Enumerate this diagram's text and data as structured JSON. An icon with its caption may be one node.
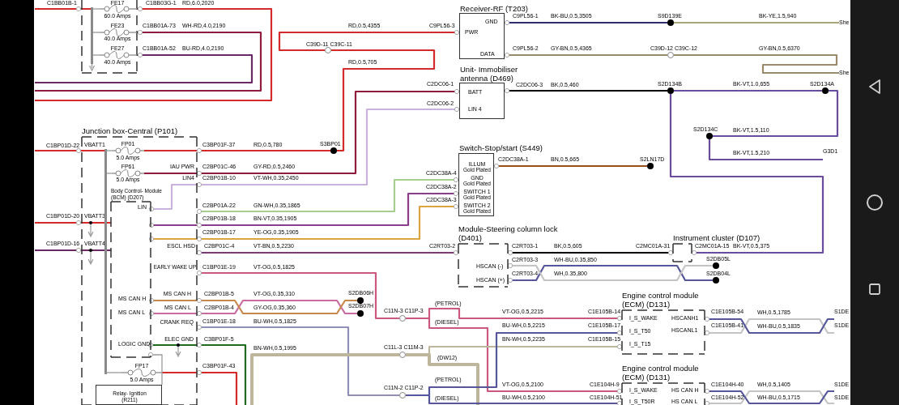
{
  "diagram": {
    "nodes": [
      {
        "text": [],
        "shape": "box"
      },
      {
        "text": [
          "FE17",
          "60.0 Amps"
        ],
        "in": 0
      },
      {
        "text": [
          "FE23",
          "40.0 Amps"
        ],
        "in": 0
      },
      {
        "text": [
          "FE27",
          "40.0 Amps"
        ],
        "in": 0
      },
      {
        "text": [
          "Receiver-RF (T203)",
          "GND",
          "PWR",
          "DATA"
        ]
      },
      {
        "text": [
          "Unit- Immobiliser antenna (D469)",
          "BATT",
          "LIN 4"
        ]
      },
      {
        "text": [],
        "shape": "circle",
        "beside": [
          "C39D-11 C39C-11"
        ]
      },
      {
        "text": [],
        "shape": "circle",
        "beside": [
          "C39D-12 C39C-12"
        ]
      },
      {
        "text": [],
        "shape": "circle",
        "beside": [
          "S9D139E"
        ]
      },
      {
        "text": [],
        "shape": "circle",
        "beside": [
          "S2D134B"
        ]
      },
      {
        "text": [],
        "shape": "circle",
        "beside": [
          "S2D134A"
        ]
      },
      {
        "text": [],
        "shape": "circle",
        "beside": [
          "S2D134C"
        ]
      },
      {
        "text": [
          "Junction box-Central (P101)",
          "VBATT1",
          "IAU PWR",
          "LIN4",
          "VBATT3",
          "VBATT4",
          "ESCL HSD",
          "EARLY WAKE UP",
          "MS CAN H",
          "MS CAN L",
          "CRANK REQ",
          "ELEC GND"
        ]
      },
      {
        "text": [
          "FP01",
          "5.0 Amps"
        ],
        "in": 12
      },
      {
        "text": [
          "FP61",
          "5.0 Amps"
        ],
        "in": 12
      },
      {
        "text": [
          "Body Control- Module (BCM) (D207)",
          "LIN",
          "MS CAN H",
          "MS CAN L",
          "LOGIC GND"
        ],
        "in": 12
      },
      {
        "text": [
          "FP17",
          "5.0 Amps"
        ],
        "in": 12
      },
      {
        "text": [
          "Relay- Ignition (R211)"
        ],
        "in": 12
      },
      {
        "text": [],
        "shape": "circle",
        "beside": [
          "S3BP01"
        ]
      },
      {
        "text": [
          "Switch-Stop/start (S449)",
          "ILLUM",
          "Gold Plated",
          "GND",
          "Gold Plated",
          "SWITCH 1",
          "Gold Plated",
          "SWITCH 2",
          "Gold Plated"
        ]
      },
      {
        "text": [],
        "shape": "circle",
        "beside": [
          "S2LN17D"
        ]
      },
      {
        "text": [
          "Module-Steering column lock (D401)",
          "HSCAN (-)",
          "HSCAN (+)"
        ]
      },
      {
        "text": [
          "Instrument cluster (D107)"
        ]
      },
      {
        "text": [],
        "shape": "circle",
        "beside": [
          "S2DB05L"
        ]
      },
      {
        "text": [],
        "shape": "circle",
        "beside": [
          "S2DB04L"
        ]
      },
      {
        "text": [],
        "shape": "circle",
        "beside": [
          "S2DB06H"
        ]
      },
      {
        "text": [],
        "shape": "circle",
        "beside": [
          "S2DB07H"
        ]
      },
      {
        "text": [],
        "shape": "circle",
        "beside": [
          "C11N-3 C11P-3"
        ]
      },
      {
        "text": [],
        "shape": "circle",
        "beside": [
          "C11L-3 C11M-3"
        ]
      },
      {
        "text": [],
        "shape": "circle",
        "beside": [
          "C11N-2 C11P-2"
        ]
      },
      {
        "text": [
          "Engine control module (ECM) (D131)",
          "I_S_WAKE",
          "I_S_T50",
          "I_S_T15",
          "HSCANH1",
          "HSCANL1"
        ]
      },
      {
        "text": [
          "Engine control module (ECM) (D131)",
          "I_S_WAKE",
          "I_S_T50R",
          "HS CAN H",
          "HS CAN L"
        ]
      },
      {
        "text": [],
        "shape": "bar",
        "in": 0
      },
      {
        "text": [],
        "shape": "bar",
        "in": 12
      },
      {
        "text": [
          "She"
        ]
      },
      {
        "text": [
          "She"
        ]
      },
      {
        "text": [
          "G3D1"
        ]
      },
      {
        "text": [
          "S1DE"
        ]
      },
      {
        "text": [
          "S1DE"
        ]
      },
      {
        "text": [
          "S1DE"
        ]
      },
      {
        "text": [
          "S1DE"
        ]
      }
    ],
    "edges": [
      {
        "from": null,
        "to": 32,
        "arrow": "none",
        "color": "#d42a2a"
      },
      {
        "from": 1,
        "to": null,
        "arrow": "none",
        "label": "RD,6.0,2020",
        "color": "#d42a2a"
      },
      {
        "from": 2,
        "to": null,
        "arrow": "none",
        "label": "WH-RD,4.0,2190",
        "color": "#8e1c3c"
      },
      {
        "from": 3,
        "to": null,
        "arrow": "none",
        "label": "BU-RD,4.0,2190",
        "color": "#6a2a66"
      },
      {
        "from": 6,
        "to": 4,
        "arrow": "none",
        "label": "RD,0.5,4355",
        "color": "#d42a2a"
      },
      {
        "from": 18,
        "to": 6,
        "arrow": "none",
        "label": "RD,0.5,705",
        "color": "#d42a2a"
      },
      {
        "from": 4,
        "to": 8,
        "arrow": "none",
        "label": "BK-BU,0.5,3505",
        "color": "#2d2f6e"
      },
      {
        "from": 8,
        "to": 34,
        "arrow": "none",
        "label": "BK-YE,1.5,940",
        "color": "#a9a77a"
      },
      {
        "from": 4,
        "to": 7,
        "arrow": "none",
        "label": "GY-BN,0.5,4365",
        "color": "#9c8a6c"
      },
      {
        "from": 7,
        "to": 35,
        "arrow": "none",
        "label": "GY-BN,0.5,6370",
        "color": "#9c8a6c"
      },
      {
        "from": 13,
        "to": 18,
        "arrow": "none",
        "label": "RD,0.5,780",
        "color": "#d42a2a"
      },
      {
        "from": 14,
        "to": 5,
        "arrow": "none",
        "label": "GY-RD,0.5,2460",
        "color": "#8e1c3c"
      },
      {
        "from": 15,
        "to": 5,
        "arrow": "none",
        "label": "VT-WH,0.35,2450",
        "color": "#c9b3dc"
      },
      {
        "from": 5,
        "to": 9,
        "arrow": "none",
        "label": "BK,0.5,460",
        "color": "#000000"
      },
      {
        "from": 9,
        "to": 10,
        "arrow": "none",
        "label": "BK-VT,1.0,655",
        "color": "#6b4c9a"
      },
      {
        "from": 10,
        "to": 11,
        "arrow": "none",
        "label": "BK-VT,1.5,110",
        "color": "#6b4c9a"
      },
      {
        "from": 11,
        "to": 36,
        "arrow": "none",
        "label": "BK-VT,1.5,210",
        "color": "#6b4c9a"
      },
      {
        "from": 9,
        "to": 22,
        "arrow": "none",
        "label": "BK-VT,0.5,375",
        "color": "#6b4c9a"
      },
      {
        "from": null,
        "to": 33,
        "arrow": "none",
        "color": "#d42a2a"
      },
      {
        "from": null,
        "to": 15,
        "arrow": "none",
        "color": "#d42a2a"
      },
      {
        "from": null,
        "to": 15,
        "arrow": "none",
        "color": "#6a2a66"
      },
      {
        "from": 19,
        "to": 20,
        "arrow": "none",
        "label": "BN,0.5,665",
        "color": "#9a4e1a"
      },
      {
        "from": 12,
        "to": 19,
        "arrow": "none",
        "label": "GN-WH,0.35,1865",
        "color": "#a6cf8f"
      },
      {
        "from": 15,
        "to": 19,
        "arrow": "none",
        "label": "BN-VT,0.35,1905",
        "color": "#8b3c8b"
      },
      {
        "from": 15,
        "to": 19,
        "arrow": "none",
        "label": "YE-OG,0.35,1905",
        "color": "#d9a441"
      },
      {
        "from": 12,
        "to": 21,
        "arrow": "none",
        "label": "VT-BN,0.5,2230",
        "color": "#7e3a78"
      },
      {
        "from": 21,
        "to": 22,
        "arrow": "none",
        "label": "BK,0.5,605",
        "color": "#000000"
      },
      {
        "from": 21,
        "to": 24,
        "arrow": "none",
        "label": "WH-BU,0.35,850",
        "color": "#56569a"
      },
      {
        "from": 21,
        "to": 23,
        "arrow": "none",
        "label": "WH,0.35,800",
        "color": "#c4c4c4"
      },
      {
        "from": 12,
        "to": 27,
        "arrow": "none",
        "label": "VT-OG,0.5,1825",
        "color": "#c95a7e"
      },
      {
        "from": 15,
        "to": 26,
        "arrow": "none",
        "label": "VT-OG,0.35,310",
        "color": "#c96aa0"
      },
      {
        "from": 15,
        "to": 25,
        "arrow": "none",
        "label": "GY-OG,0.35,360",
        "color": "#c8884a"
      },
      {
        "from": 12,
        "to": 29,
        "arrow": "none",
        "label": "BU-WH,0.5,1825",
        "color": "#8f8fb8"
      },
      {
        "from": 15,
        "to": null,
        "arrow": "none",
        "color": "#1f6b1f"
      },
      {
        "from": 28,
        "to": null,
        "arrow": "none",
        "label": "BN-WH,0.5,1995",
        "style": "thick",
        "color": "#bdb59c"
      },
      {
        "from": 16,
        "to": null,
        "arrow": "none",
        "color": "#d42a2a"
      },
      {
        "from": 27,
        "to": 30,
        "arrow": "none",
        "label": "VT-OG,0.5,2215",
        "color": "#c95a7e"
      },
      {
        "from": 27,
        "to": 31,
        "arrow": "none",
        "label": "VT-OG,0.5,2100",
        "color": "#c95a7e"
      },
      {
        "from": 28,
        "to": 30,
        "arrow": "none",
        "label": "BN-WH,0.5,2235",
        "color": "#bdb59c"
      },
      {
        "from": 28,
        "to": null,
        "arrow": "none",
        "style": "thick",
        "color": "#bdb59c"
      },
      {
        "from": 29,
        "to": 30,
        "arrow": "none",
        "label": "BU-WH,0.5,2215",
        "color": "#56569a"
      },
      {
        "from": 29,
        "to": 31,
        "arrow": "none",
        "label": "BU-WH,0.5,2100",
        "color": "#56569a"
      },
      {
        "from": 30,
        "to": 38,
        "arrow": "none",
        "label": "WH,0.5,1785",
        "color": "#c4c4c4"
      },
      {
        "from": 30,
        "to": 37,
        "arrow": "none",
        "label": "WH-BU,0.5,1835",
        "color": "#56569a"
      },
      {
        "from": 31,
        "to": 40,
        "arrow": "none",
        "label": "WH,0.5,1405",
        "color": "#c4c4c4"
      },
      {
        "from": 31,
        "to": 39,
        "arrow": "none",
        "label": "WH-BU,0.5,1715",
        "color": "#56569a"
      },
      {
        "from": 32,
        "to": 1,
        "arrow": "none",
        "color": "#9a9a9a"
      },
      {
        "from": 32,
        "to": 2,
        "arrow": "none",
        "color": "#9a9a9a"
      },
      {
        "from": 32,
        "to": 3,
        "arrow": "none",
        "color": "#9a9a9a"
      },
      {
        "from": 33,
        "to": 13,
        "arrow": "none",
        "color": "#9a9a9a"
      },
      {
        "from": 33,
        "to": 14,
        "arrow": "none",
        "color": "#9a9a9a"
      },
      {
        "from": 33,
        "to": 16,
        "arrow": "none",
        "color": "#9a9a9a"
      },
      {
        "from": 15,
        "to": 17,
        "arrow": "none",
        "color": "#9a9a9a"
      }
    ],
    "labels": [
      "C1BB01B-1",
      "C1BB03G-1",
      "C1BB01A-73",
      "C1BB01A-52",
      "C9PL56-3",
      "C9PL56-1",
      "C9PL56-2",
      "C2DC06-1",
      "C2DC06-2",
      "C2DC06-3",
      "C1BP01D-22",
      "C3BP01F-37",
      "C2BP01C-46",
      "C2BP01B-10",
      "C2DC38A-1",
      "C2DC38A-4",
      "C2DC38A-2",
      "C2DC38A-3",
      "C2BP01A-22",
      "C1BP01D-20",
      "C2BP01B-18",
      "C2BP01B-17",
      "C1BP01D-16",
      "C2BP01C-4",
      "C2RT03-2",
      "C2RT03-1",
      "C2MC01A-31",
      "C2MC01A-15",
      "C2RT03-3",
      "C2RT03-4",
      "C1BP01E-19",
      "C2BP01B-5",
      "C2BP01B-4",
      "(PETROL)",
      "C1E105B-14",
      "C1E105B-54",
      "C1BP01E-18",
      "(DIESEL)",
      "C1E105B-17",
      "C1E105B-41",
      "C3BP01F-5",
      "C1E105B-15",
      "(DW12)",
      "C3BP01F-43",
      "(PETROL)",
      "C1E104H-9",
      "C1E104H-40",
      "(DIESEL)",
      "C1E104H-51",
      "C1E104H-52"
    ]
  }
}
